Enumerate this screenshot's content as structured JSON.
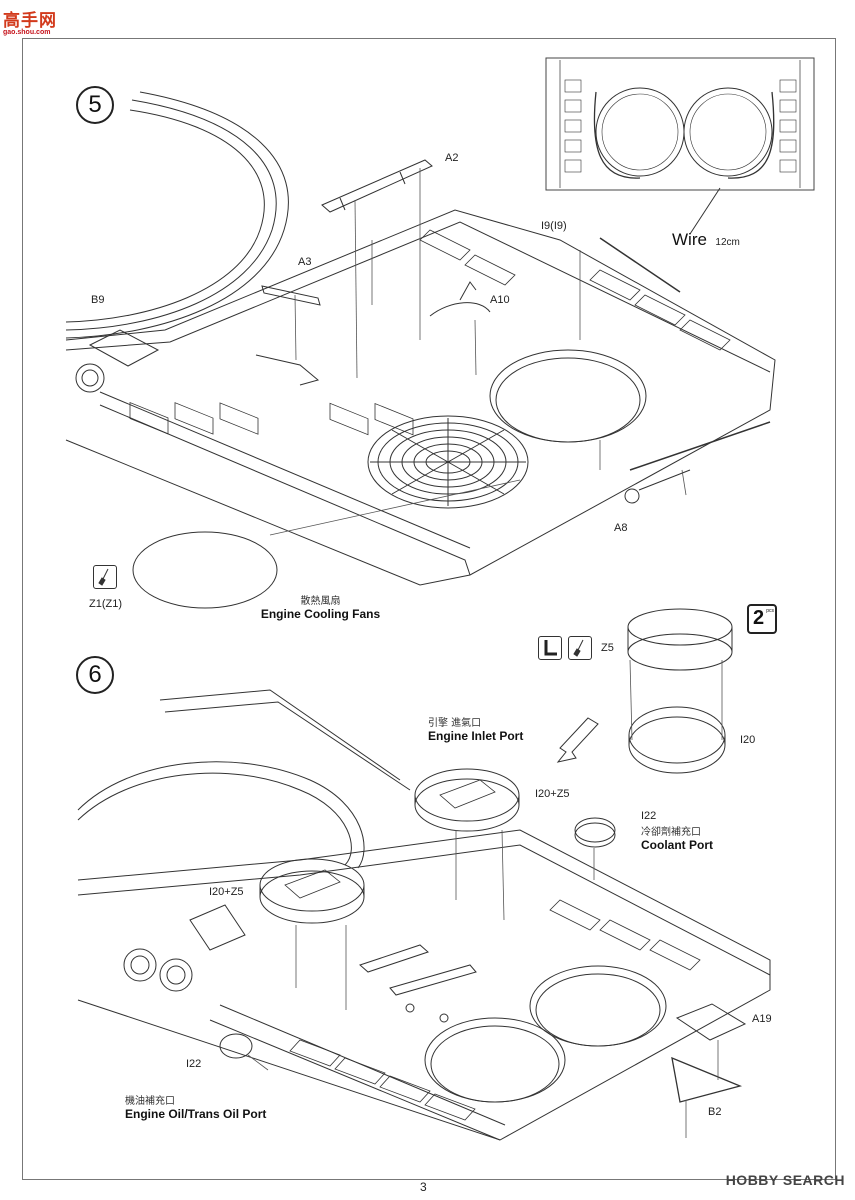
{
  "header": {
    "logo_text": "高手网",
    "logo_url": "gao.shou.com"
  },
  "page_number": "3",
  "watermark": "HOBBY SEARCH",
  "steps": [
    {
      "number": "5",
      "labels": {
        "a2": "A2",
        "a3": "A3",
        "a8": "A8",
        "a10": "A10",
        "b9": "B9",
        "i9": "I9(I9)",
        "z1": "Z1(Z1)"
      },
      "wire": {
        "label": "Wire",
        "length": "12cm"
      },
      "caption": {
        "cn": "散熱風扇",
        "en": "Engine Cooling Fans"
      }
    },
    {
      "number": "6",
      "labels": {
        "z5": "Z5",
        "i20": "I20",
        "i20z5_a": "I20+Z5",
        "i20z5_b": "I20+Z5",
        "i22_top": "I22",
        "i22_left": "I22",
        "a19": "A19",
        "b2": "B2"
      },
      "quantity": {
        "value": "2",
        "unit": "pcs"
      },
      "inlet": {
        "cn": "引擎 進氣口",
        "en": "Engine Inlet Port"
      },
      "coolant": {
        "cn": "冷卻劑補充口",
        "en": "Coolant Port"
      },
      "oil": {
        "cn": "機油補充口",
        "en": "Engine Oil/Trans Oil Port"
      }
    }
  ],
  "icons": {
    "glue_icon": "glue-brush-icon",
    "bend_icon": "bend-L-icon"
  }
}
